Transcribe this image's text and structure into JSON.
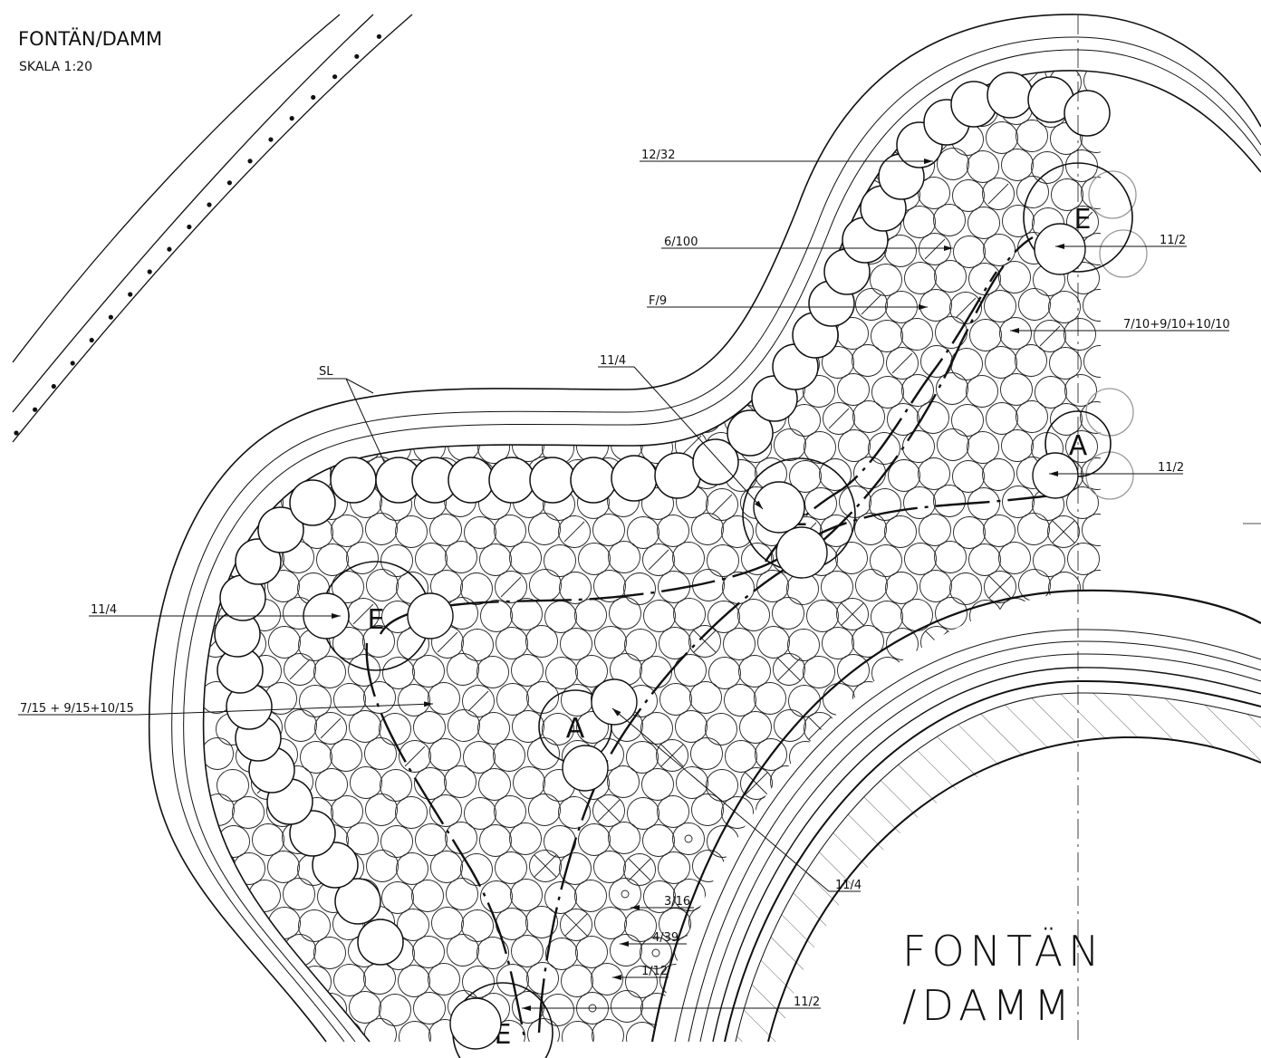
{
  "title": "FONTÄN/DAMM",
  "scale": "SKALA 1:20",
  "pond_label": [
    "FONTÄN",
    "/DAMM"
  ],
  "edge_label": "SL",
  "callouts": [
    {
      "id": "c1",
      "text": "12/32"
    },
    {
      "id": "c2",
      "text": "6/100"
    },
    {
      "id": "c3",
      "text": "F/9"
    },
    {
      "id": "c4",
      "text": "11/2"
    },
    {
      "id": "c5",
      "text": "7/10+9/10+10/10"
    },
    {
      "id": "c6",
      "text": "11/4"
    },
    {
      "id": "c7",
      "text": "11/2"
    },
    {
      "id": "c8",
      "text": "11/4"
    },
    {
      "id": "c9",
      "text": "7/15 + 9/15+10/15"
    },
    {
      "id": "c10",
      "text": "11/4"
    },
    {
      "id": "c11",
      "text": "3/16"
    },
    {
      "id": "c12",
      "text": "4/39"
    },
    {
      "id": "c13",
      "text": "1/12"
    },
    {
      "id": "c14",
      "text": "11/2"
    }
  ],
  "plant_marks": [
    {
      "id": "m1",
      "letter": "E"
    },
    {
      "id": "m2",
      "letter": "E"
    },
    {
      "id": "m3",
      "letter": "E"
    },
    {
      "id": "m4",
      "letter": "A"
    },
    {
      "id": "m5",
      "letter": "A"
    },
    {
      "id": "m6",
      "letter": "E"
    }
  ],
  "colors": {
    "ink": "#111111",
    "faint": "#9a9a9a",
    "background": "#ffffff"
  }
}
